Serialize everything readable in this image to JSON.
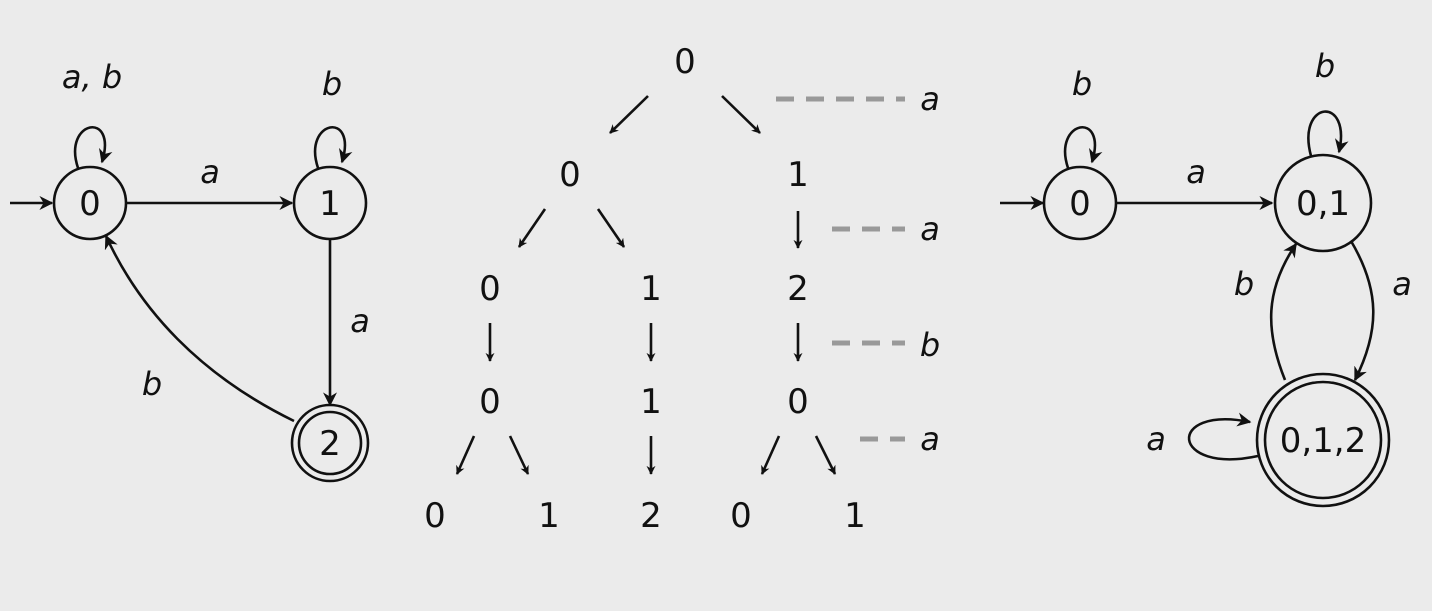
{
  "nfa": {
    "states": [
      "0",
      "1",
      "2"
    ],
    "labels": {
      "self_0": "a, b",
      "edge_0_1": "a",
      "self_1": "b",
      "edge_1_2": "a",
      "edge_2_0": "b"
    }
  },
  "tree": {
    "root": "0",
    "level1": [
      "0",
      "1"
    ],
    "level2": [
      "0",
      "1",
      "2"
    ],
    "level3": [
      "0",
      "1",
      "0"
    ],
    "level4": [
      "0",
      "1",
      "2",
      "0",
      "1"
    ],
    "inputs": [
      "a",
      "a",
      "b",
      "a"
    ]
  },
  "dfa": {
    "states": [
      "0",
      "0,1",
      "0,1,2"
    ],
    "labels": {
      "self_0": "b",
      "edge_0_01": "a",
      "self_01": "b",
      "edge_01_012": "a",
      "edge_012_01": "b",
      "self_012": "a"
    }
  },
  "colors": {
    "background": "#ebebeb",
    "ink": "#111111",
    "dash": "#999999"
  }
}
